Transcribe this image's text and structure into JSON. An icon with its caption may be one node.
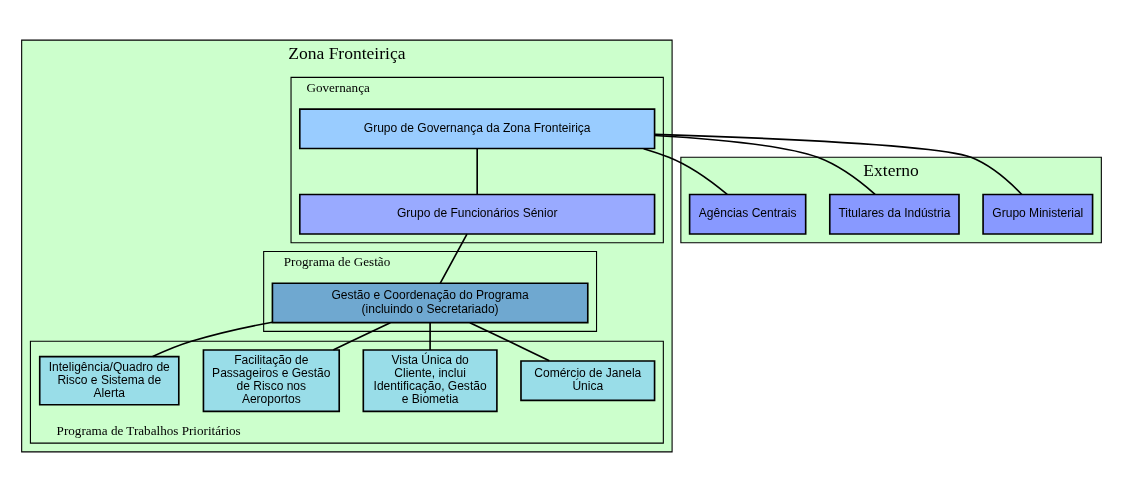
{
  "diagram": {
    "nodes": [
      {
        "text": [
          "Zona Fronteiriça"
        ]
      },
      {
        "text": [
          "Governança"
        ],
        "in": 0
      },
      {
        "text": [
          "Grupo de Governança da Zona Fronteiriça"
        ],
        "in": 1
      },
      {
        "text": [
          "Grupo de Funcionários Sénior"
        ],
        "in": 1
      },
      {
        "text": [
          "Programa de Gestão"
        ],
        "in": 0
      },
      {
        "text": [
          "Gestão e Coordenação do Programa",
          "(incluindo o Secretariado)"
        ],
        "in": 4
      },
      {
        "text": [
          "Programa de Trabalhos Prioritários"
        ],
        "in": 0
      },
      {
        "text": [
          "Comércio de Janela Única"
        ],
        "in": 6
      },
      {
        "text": [
          "Vista Única do Cliente, inclui Identificação, Gestão e Biometia"
        ],
        "in": 6
      },
      {
        "text": [
          "Facilitação de Passageiros e Gestão de Risco nos Aeroportos"
        ],
        "in": 6
      },
      {
        "text": [
          "Inteligência/Quadro de Risco e Sistema de Alerta"
        ],
        "in": 6
      },
      {
        "text": [
          "Externo"
        ]
      },
      {
        "text": [
          "Grupo Ministerial"
        ],
        "in": 11
      },
      {
        "text": [
          "Titulares da Indústria"
        ],
        "in": 11
      },
      {
        "text": [
          "Agências Centrais"
        ],
        "in": 11
      }
    ],
    "edges": [
      {
        "from": 2,
        "to": 3,
        "arrow": "none"
      },
      {
        "from": 3,
        "to": 5,
        "arrow": "none"
      },
      {
        "from": 5,
        "to": 7,
        "arrow": "none"
      },
      {
        "from": 5,
        "to": 8,
        "arrow": "none"
      },
      {
        "from": 5,
        "to": 9,
        "arrow": "none"
      },
      {
        "from": 5,
        "to": 10,
        "arrow": "none"
      },
      {
        "from": 2,
        "to": 12,
        "arrow": "none"
      },
      {
        "from": 2,
        "to": 13,
        "arrow": "none"
      },
      {
        "from": 2,
        "to": 14,
        "arrow": "none"
      }
    ]
  }
}
